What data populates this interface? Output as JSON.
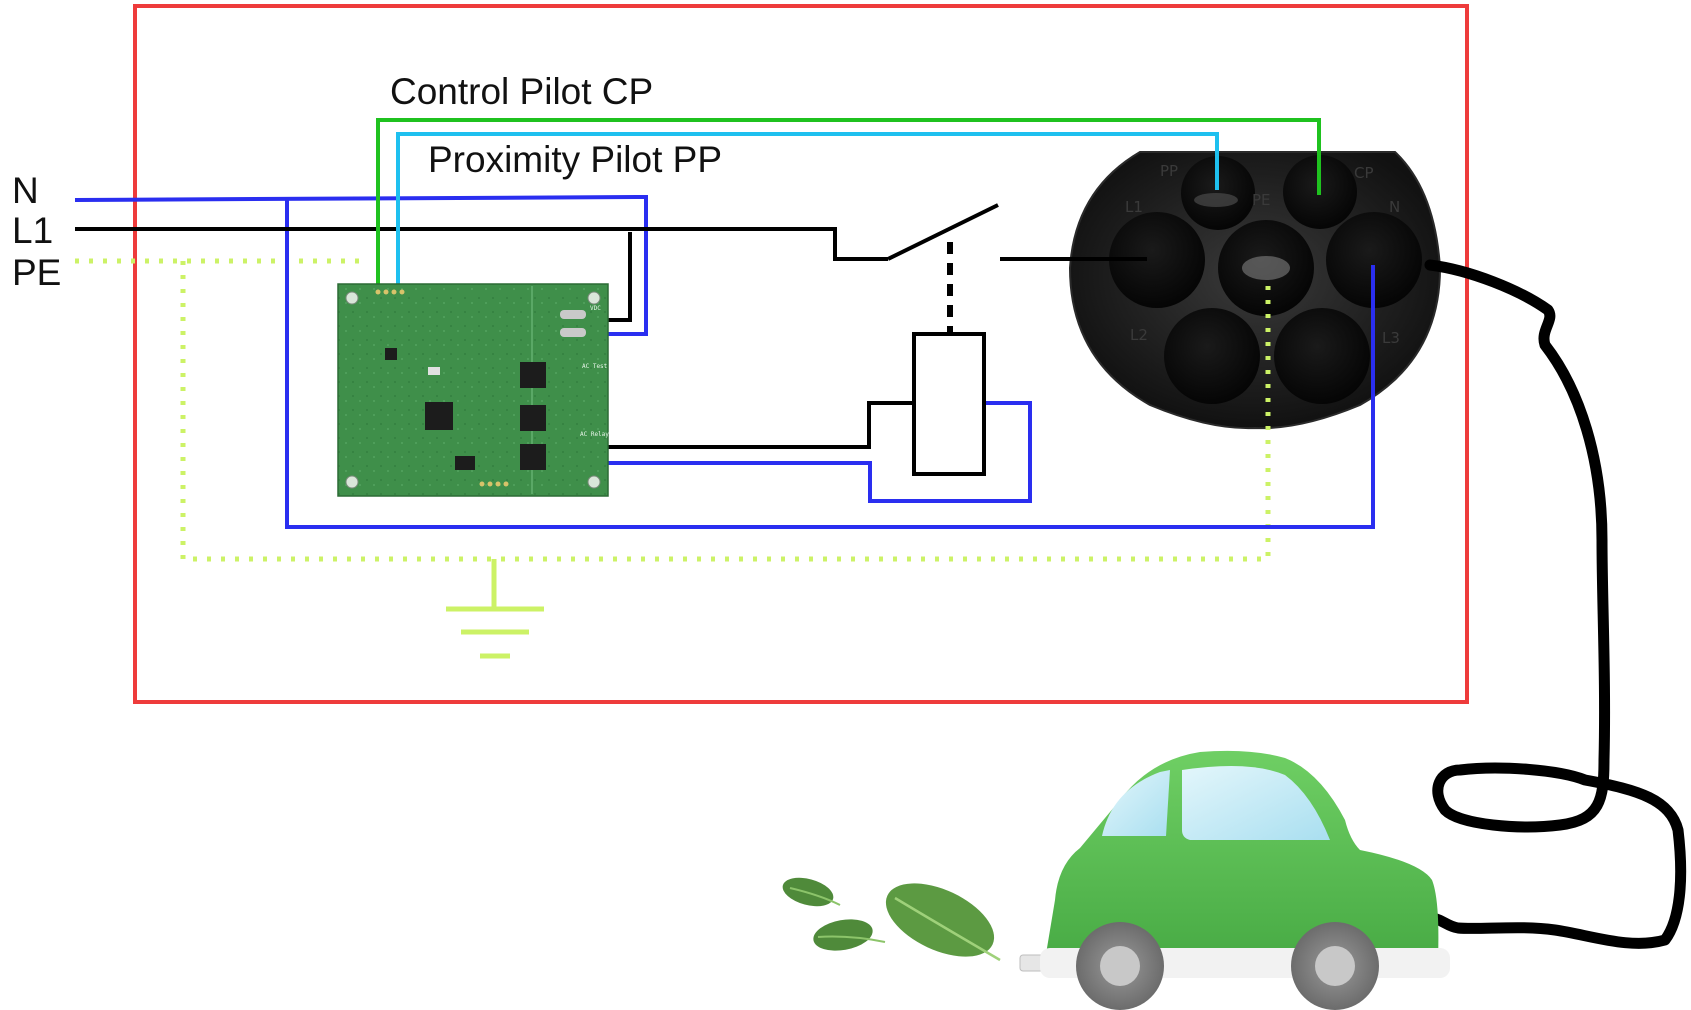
{
  "input_lines": {
    "n": "N",
    "l1": "L1",
    "pe": "PE"
  },
  "signals": {
    "control_pilot": "Control Pilot CP",
    "proximity_pilot": "Proximity Pilot PP"
  },
  "connector_pins": {
    "pp": "PP",
    "cp": "CP",
    "pe": "PE",
    "l1": "L1",
    "n": "N",
    "l2": "L2",
    "l3": "L3"
  },
  "pcb_silkscreen": {
    "vdc": "VDC",
    "ac_test": "AC Test",
    "ac_relay": "AC Relay"
  },
  "colors": {
    "enclosure": "#ee3b3b",
    "neutral": "#2a2ef0",
    "line": "#000000",
    "earth": "#ccf266",
    "control_pilot": "#1fc21f",
    "proximity_pilot": "#1ec0ef",
    "pcb": "#3f8f4a",
    "car": "#5cbf55"
  },
  "icons": [
    "ground-icon",
    "relay-icon",
    "switch-icon",
    "car-icon",
    "leaf-icon",
    "type2-connector-icon",
    "pcb-board-icon"
  ]
}
